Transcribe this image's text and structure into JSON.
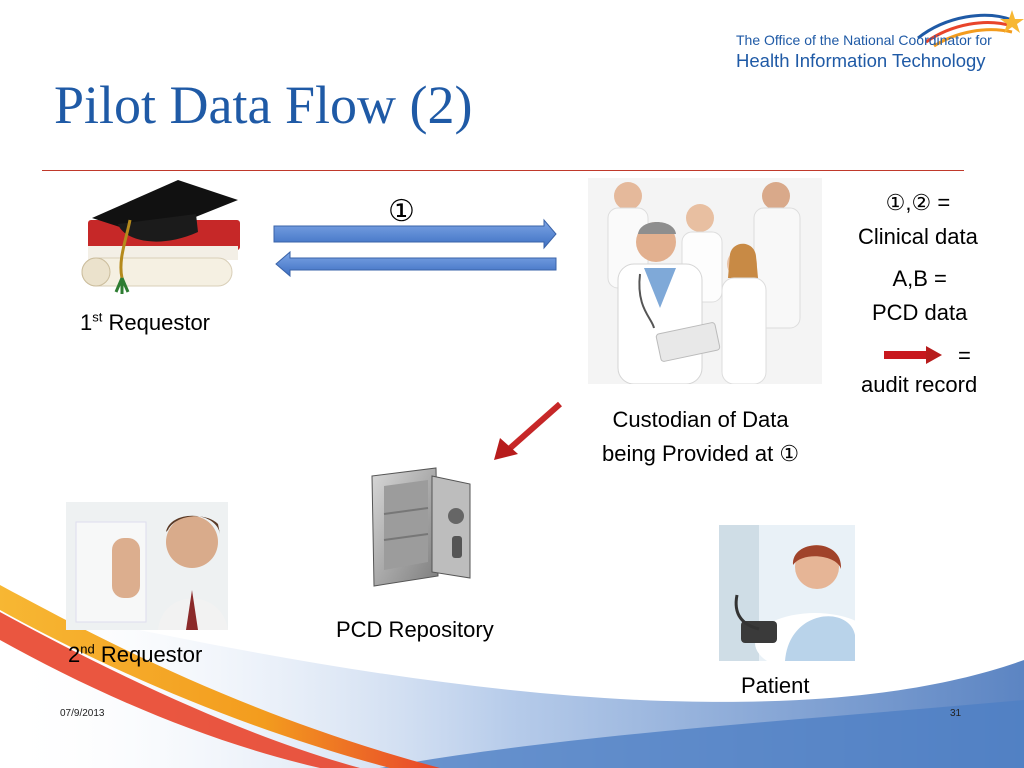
{
  "slide": {
    "title": "Pilot Data Flow (2)",
    "logo": {
      "line1": "The Office of the National Coordinator for",
      "line2": "Health Information Technology"
    },
    "flow_marker": "①",
    "requestor1": {
      "number": "1",
      "suffix": "st",
      "word": "Requestor"
    },
    "custodian": {
      "line1": "Custodian of Data",
      "line2": "being Provided at ①"
    },
    "repository": "PCD Repository",
    "requestor2": {
      "number": "2",
      "suffix": "nd",
      "word": "Requestor"
    },
    "patient": "Patient",
    "legend": {
      "clinical_symbol": "①,② =",
      "clinical_text": "Clinical data",
      "pcd_symbol": "A,B =",
      "pcd_text": "PCD data",
      "audit_eq": "=",
      "audit_text": "audit record"
    },
    "footer": {
      "date": "07/9/2013",
      "page": "31"
    }
  },
  "colors": {
    "title": "#1f5aa6",
    "rule": "#c0392b",
    "flow_arrow": "#4a7fd0",
    "audit_arrow": "#c8181e",
    "swoosh_orange": "#f39c1e",
    "swoosh_red": "#e8442b",
    "swoosh_blue": "#5d87c7"
  }
}
